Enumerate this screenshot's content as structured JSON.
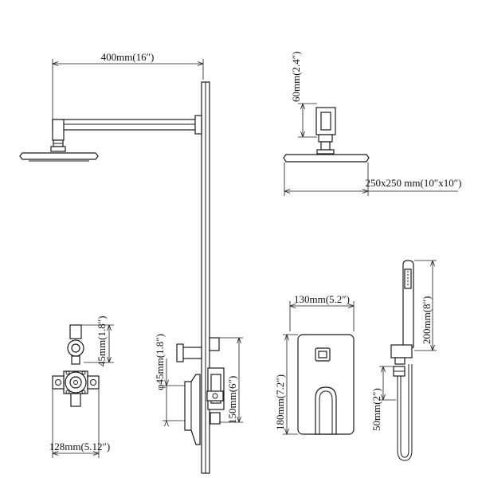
{
  "dimensions": {
    "arm_length": "400mm(16″)",
    "arm_drop": "60mm(2.4″)",
    "head_size": "250x250 mm(10″x10″)",
    "valve_height": "45mm(1.8″)",
    "valve_width": "128mm(5.12″)",
    "outlet_diameter": "φ45mm(1.8″)",
    "valve_depth": "150mm(6″)",
    "plate_width": "130mm(5.2″)",
    "plate_height": "180mm(7.2″)",
    "handshower_length": "200mm(8″)",
    "holder_height": "50mm(2″)"
  }
}
